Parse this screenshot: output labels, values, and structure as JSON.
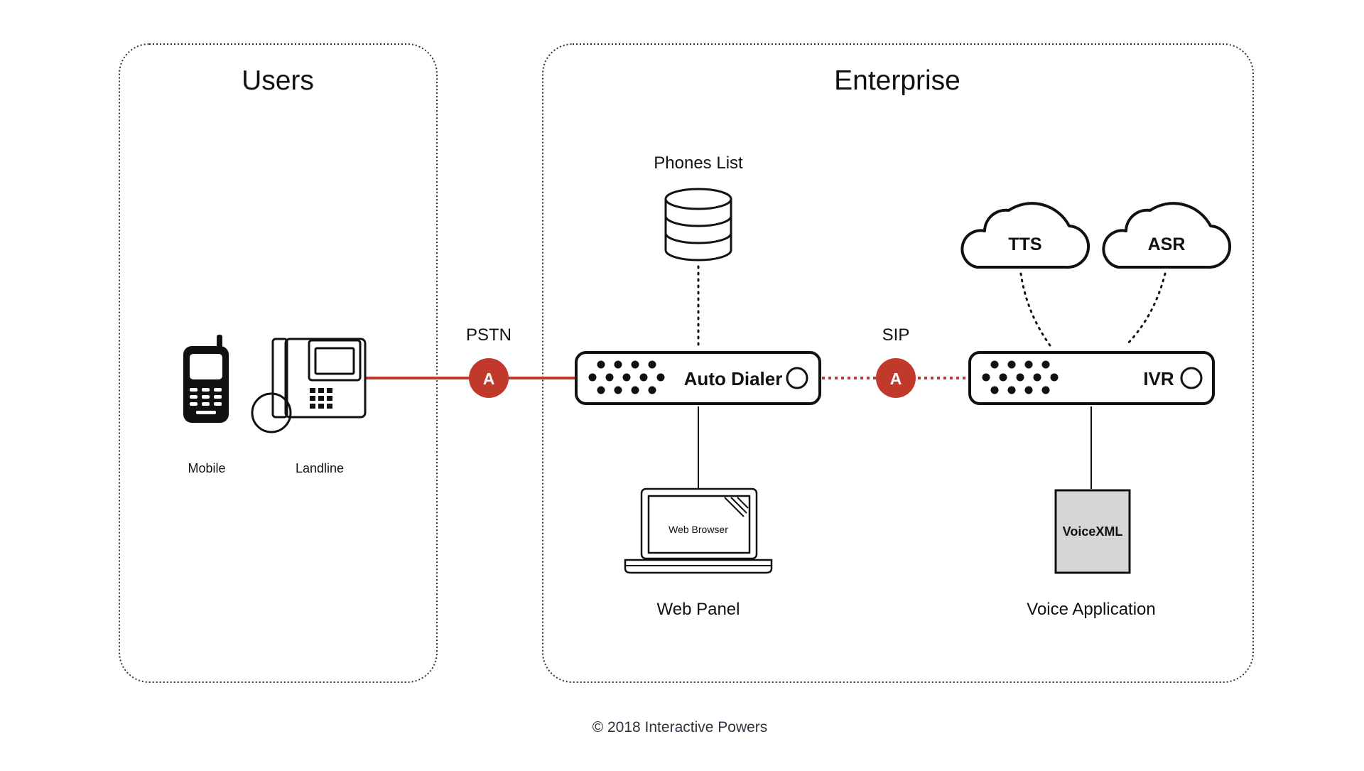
{
  "zones": {
    "users": {
      "title": "Users"
    },
    "enterprise": {
      "title": "Enterprise"
    }
  },
  "devices": {
    "mobile": {
      "label": "Mobile",
      "icon": "mobile-phone-icon"
    },
    "landline": {
      "label": "Landline",
      "icon": "desk-phone-icon"
    },
    "auto_dialer": {
      "label": "Auto Dialer",
      "icon": "server-icon"
    },
    "ivr": {
      "label": "IVR",
      "icon": "server-icon"
    },
    "phones_list": {
      "label": "Phones List",
      "icon": "database-icon"
    },
    "web_panel": {
      "label": "Web Panel",
      "screen_text": "Web Browser",
      "icon": "laptop-icon"
    },
    "voice_app": {
      "label": "Voice Application",
      "doc_text": "VoiceXML",
      "icon": "document-icon"
    },
    "tts": {
      "label": "TTS",
      "icon": "cloud-icon"
    },
    "asr": {
      "label": "ASR",
      "icon": "cloud-icon"
    }
  },
  "links": {
    "pstn": {
      "label": "PSTN",
      "badge": "A",
      "style": "solid"
    },
    "sip": {
      "label": "SIP",
      "badge": "A",
      "style": "dotted"
    }
  },
  "colors": {
    "accent": "#c0392b",
    "line": "#111111",
    "doc_fill": "#d6d6d6"
  },
  "footer": {
    "copyright": "© 2018 Interactive Powers"
  }
}
